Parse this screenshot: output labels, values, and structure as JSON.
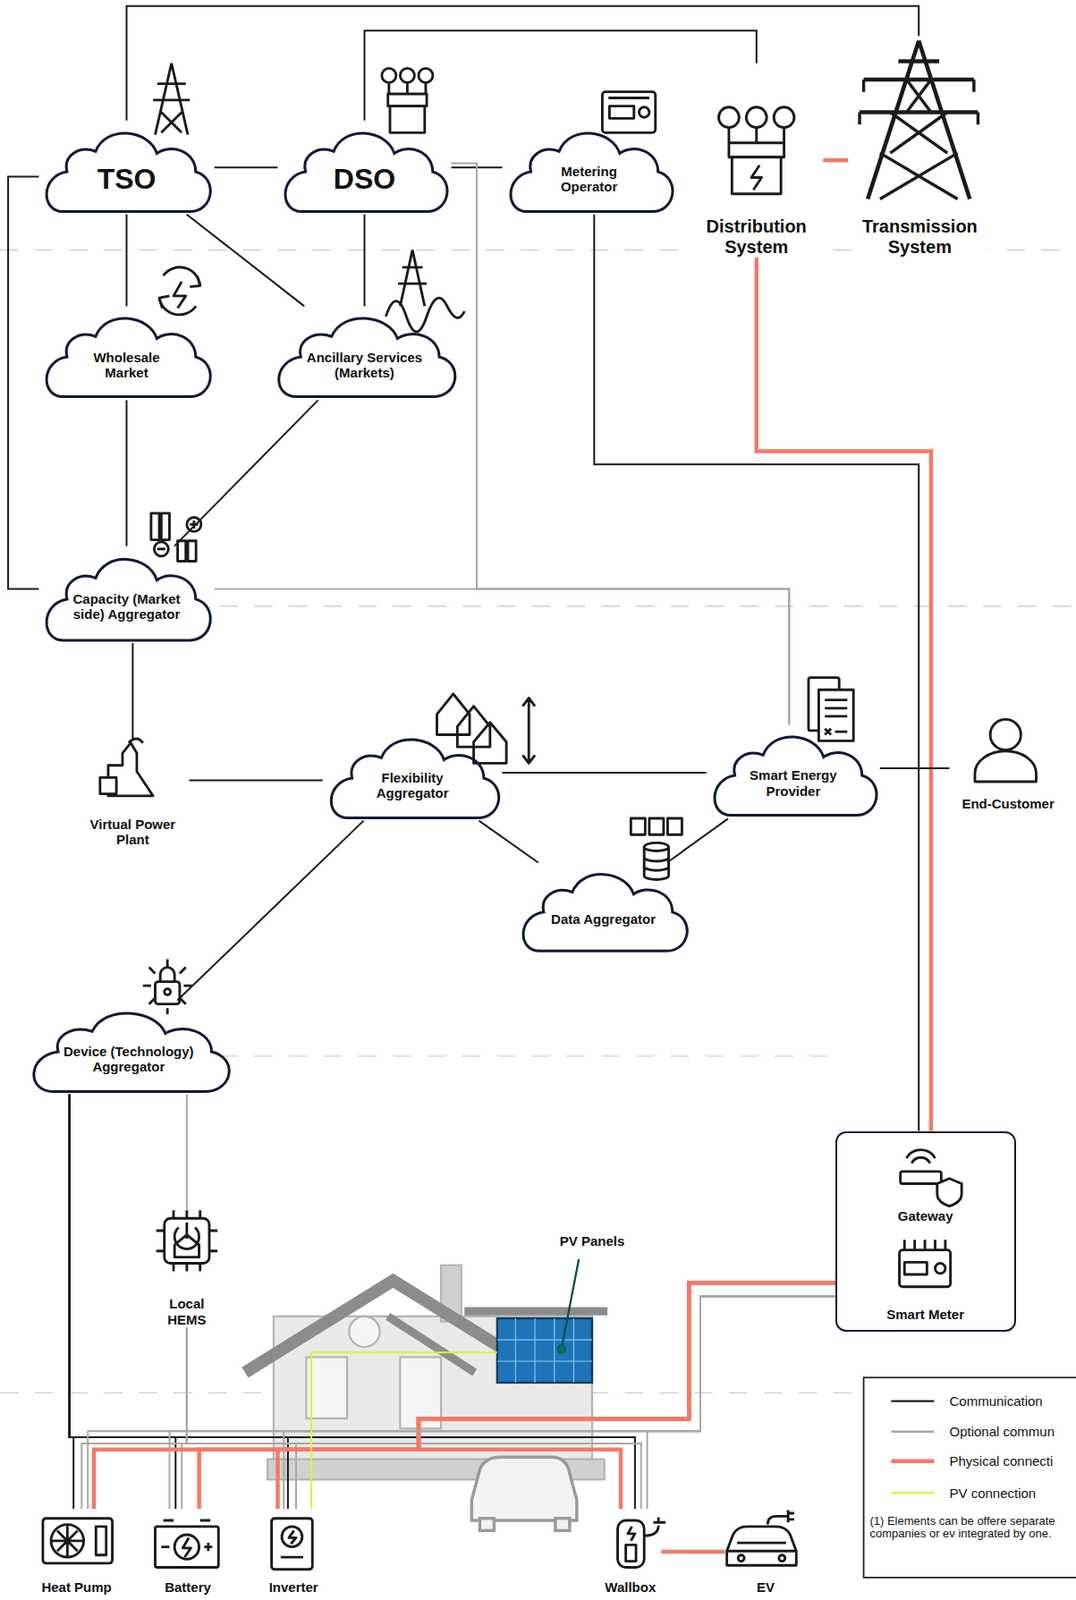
{
  "diagram": {
    "nodes": [
      {
        "text": [
          "TSO"
        ]
      },
      {
        "text": [
          "DSO"
        ]
      },
      {
        "text": [
          "Metering Operator"
        ]
      },
      {
        "text": [
          "Distribution System"
        ]
      },
      {
        "text": [
          "Transmission System"
        ]
      },
      {
        "text": [
          "Wholesale Market"
        ]
      },
      {
        "text": [
          "Ancillary Services (Markets)"
        ]
      },
      {
        "text": [
          "Capacity (Market side) Aggregator"
        ]
      },
      {
        "text": [
          "Virtual Power Plant"
        ]
      },
      {
        "text": [
          "Flexibility Aggregator"
        ]
      },
      {
        "text": [
          "Smart Energy Provider"
        ]
      },
      {
        "text": [
          "End-Customer"
        ]
      },
      {
        "text": [
          "Data Aggregator"
        ]
      },
      {
        "text": [
          "Device (Technology) Aggregator"
        ]
      },
      {
        "text": [
          "Local HEMS"
        ]
      },
      {
        "text": [
          "Gateway",
          "Smart Meter"
        ]
      },
      {
        "text": [
          "PV Panels"
        ]
      },
      {
        "text": [
          "Heat Pump"
        ]
      },
      {
        "text": [
          "Battery"
        ]
      },
      {
        "text": [
          "Inverter"
        ]
      },
      {
        "text": [
          "Wallbox"
        ]
      },
      {
        "text": [
          "EV"
        ]
      }
    ],
    "edges": [
      {
        "from": 0,
        "to": 1,
        "arrow": "none"
      },
      {
        "from": 0,
        "to": 4,
        "arrow": "none"
      },
      {
        "from": 1,
        "to": 3,
        "arrow": "none"
      },
      {
        "from": 1,
        "to": 2,
        "arrow": "none"
      },
      {
        "from": 1,
        "to": 10,
        "arrow": "none"
      },
      {
        "from": 0,
        "to": 5,
        "arrow": "none"
      },
      {
        "from": 0,
        "to": 6,
        "arrow": "none"
      },
      {
        "from": 1,
        "to": 6,
        "arrow": "none"
      },
      {
        "from": 0,
        "to": 7,
        "arrow": "none"
      },
      {
        "from": 2,
        "to": 15,
        "arrow": "none"
      },
      {
        "from": 3,
        "to": 4,
        "arrow": "none"
      },
      {
        "from": 3,
        "to": 15,
        "arrow": "none"
      },
      {
        "from": 5,
        "to": 7,
        "arrow": "none"
      },
      {
        "from": 6,
        "to": 7,
        "arrow": "none"
      },
      {
        "from": 7,
        "to": 10,
        "arrow": "none"
      },
      {
        "from": 7,
        "to": 8,
        "arrow": "none"
      },
      {
        "from": 8,
        "to": 9,
        "arrow": "none"
      },
      {
        "from": 9,
        "to": 10,
        "arrow": "none"
      },
      {
        "from": 9,
        "to": 12,
        "arrow": "none"
      },
      {
        "from": 12,
        "to": 10,
        "arrow": "none"
      },
      {
        "from": 9,
        "to": 13,
        "arrow": "none"
      },
      {
        "from": 10,
        "to": 11,
        "arrow": "none"
      },
      {
        "from": 13,
        "to": 14,
        "arrow": "none"
      },
      {
        "from": 13,
        "to": 17,
        "arrow": "none"
      },
      {
        "from": 13,
        "to": 18,
        "arrow": "none"
      },
      {
        "from": 13,
        "to": 19,
        "arrow": "none"
      },
      {
        "from": 13,
        "to": 20,
        "arrow": "none"
      },
      {
        "from": 14,
        "to": 17,
        "arrow": "none"
      },
      {
        "from": 14,
        "to": 18,
        "arrow": "none"
      },
      {
        "from": 14,
        "to": 19,
        "arrow": "none"
      },
      {
        "from": 14,
        "to": 20,
        "arrow": "none"
      },
      {
        "from": 15,
        "to": 17,
        "arrow": "none"
      },
      {
        "from": 15,
        "to": 18,
        "arrow": "none"
      },
      {
        "from": 15,
        "to": 19,
        "arrow": "none"
      },
      {
        "from": 15,
        "to": 20,
        "arrow": "none"
      },
      {
        "from": 15,
        "to": 17,
        "arrow": "none"
      },
      {
        "from": 15,
        "to": 18,
        "arrow": "none"
      },
      {
        "from": 15,
        "to": 19,
        "arrow": "none"
      },
      {
        "from": 15,
        "to": 20,
        "arrow": "none"
      },
      {
        "from": 19,
        "to": 16,
        "arrow": "none"
      },
      {
        "from": 20,
        "to": 21,
        "arrow": "none"
      }
    ],
    "labels": [
      "(1) Elements can be offere separate companies or ev integrated by one."
    ],
    "legend": [
      {
        "text": "Communication"
      },
      {
        "text": "Optional commun"
      },
      {
        "text": "Physical connecti"
      },
      {
        "text": "PV connection"
      }
    ]
  }
}
